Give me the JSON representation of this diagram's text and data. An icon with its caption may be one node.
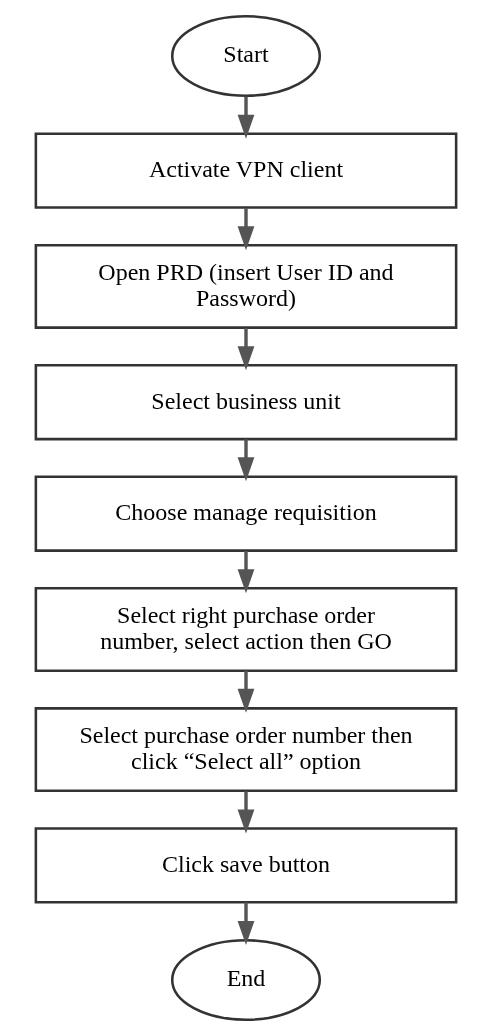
{
  "diagram": {
    "nodes": [
      {
        "text": [
          "Start"
        ]
      },
      {
        "text": [
          "Activate VPN client"
        ]
      },
      {
        "text": [
          "Open PRD (insert User ID and Password)"
        ]
      },
      {
        "text": [
          "Select business unit"
        ]
      },
      {
        "text": [
          "Choose manage requisition"
        ]
      },
      {
        "text": [
          "Select right purchase order number, select action then GO"
        ]
      },
      {
        "text": [
          "Select purchase order number then click “Select all” option"
        ]
      },
      {
        "text": [
          "Click save button"
        ]
      },
      {
        "text": [
          "End"
        ]
      }
    ],
    "edges": [
      {
        "from": 0,
        "to": 1,
        "arrow": "to"
      },
      {
        "from": 1,
        "to": 2,
        "arrow": "to"
      },
      {
        "from": 2,
        "to": 3,
        "arrow": "to"
      },
      {
        "from": 3,
        "to": 4,
        "arrow": "to"
      },
      {
        "from": 4,
        "to": 5,
        "arrow": "to"
      },
      {
        "from": 5,
        "to": 6,
        "arrow": "to"
      },
      {
        "from": 6,
        "to": 7,
        "arrow": "to"
      },
      {
        "from": 7,
        "to": 8,
        "arrow": "to"
      }
    ]
  }
}
